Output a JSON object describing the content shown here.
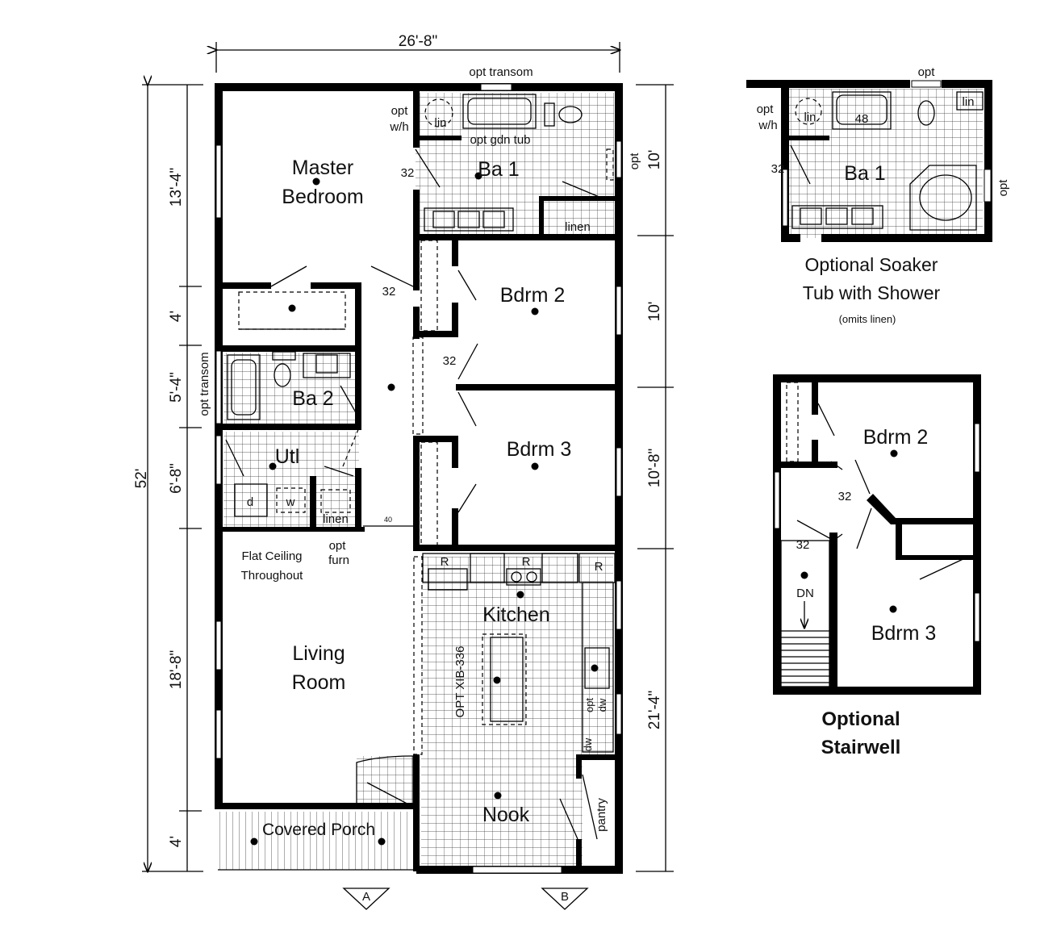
{
  "dimensions": {
    "overall_width": "26'-8\"",
    "overall_length": "52'",
    "left": [
      "13'-4\"",
      "4'",
      "5'-4\"",
      "6'-8\"",
      "18'-8\"",
      "4'"
    ],
    "right": [
      "10'",
      "10'",
      "10'-8\"",
      "21'-4\""
    ]
  },
  "rooms": {
    "master": [
      "Master",
      "Bedroom"
    ],
    "ba1": "Ba 1",
    "bdrm2": "Bdrm 2",
    "bdrm3": "Bdrm 3",
    "ba2": "Ba 2",
    "utl": "Utl",
    "living": [
      "Living",
      "Room"
    ],
    "kitchen": "Kitchen",
    "nook": "Nook",
    "porch": "Covered Porch"
  },
  "labels": {
    "opt_transom_top": "opt transom",
    "opt_wh": [
      "opt",
      "w/h"
    ],
    "lin": "lin",
    "opt_gdn_tub": "opt gdn tub",
    "opt": "opt",
    "linen": "linen",
    "door_32": "32",
    "opt_transom_side": "opt transom",
    "dryer": "d",
    "washer": "w",
    "door_40": "40",
    "flat_ceiling": [
      "Flat Ceiling",
      "Throughout"
    ],
    "opt_furn": [
      "opt",
      "furn"
    ],
    "range": "R",
    "island": "OPT XIB-336",
    "opt_dw": [
      "opt",
      "dw"
    ],
    "dw": "dw",
    "pantry": "pantry",
    "section_a": "A",
    "section_b": "B"
  },
  "option_soaker": {
    "opt_top": "opt",
    "opt_wh": [
      "opt",
      "w/h"
    ],
    "lin": "lin",
    "tub": "48",
    "lin_right": "lin",
    "door": "32",
    "room": "Ba 1",
    "opt_side": "opt",
    "title": [
      "Optional Soaker",
      "Tub with Shower"
    ],
    "note": "(omits linen)"
  },
  "option_stair": {
    "bdrm2": "Bdrm 2",
    "bdrm3": "Bdrm 3",
    "door_a": "32",
    "door_b": "32",
    "dn": "DN",
    "title": [
      "Optional",
      "Stairwell"
    ]
  }
}
